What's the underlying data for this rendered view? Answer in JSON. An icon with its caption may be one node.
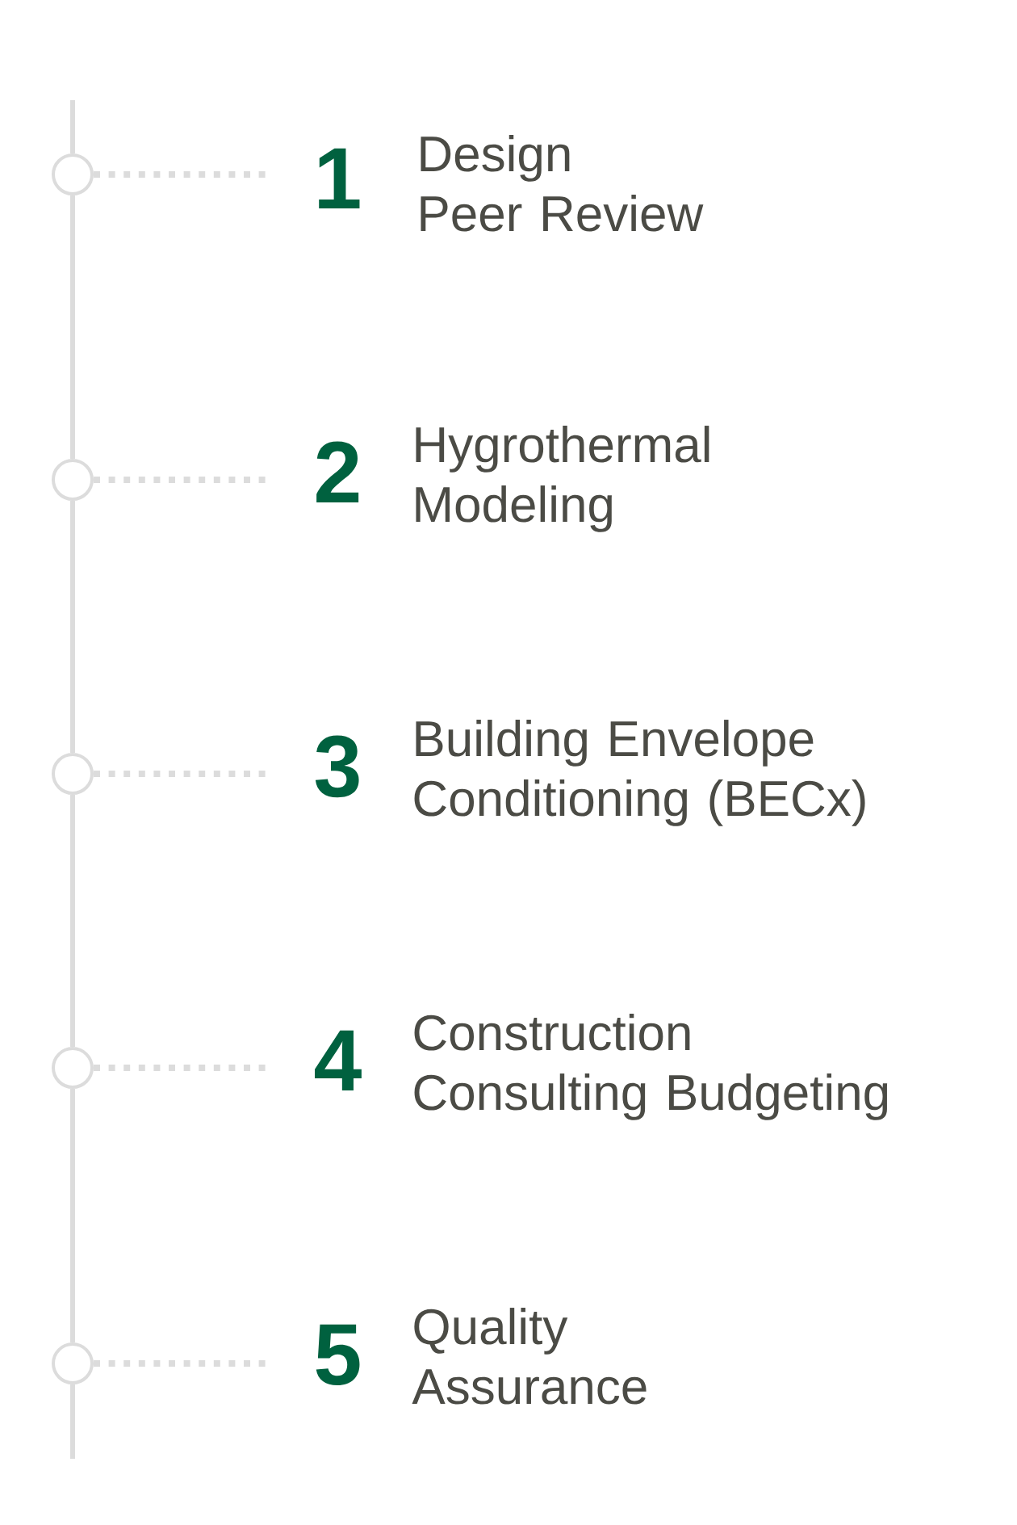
{
  "diagram": {
    "nodes": [
      {
        "text": [],
        "shape": "circle"
      },
      {
        "text": [
          "1",
          "Design Peer Review"
        ]
      },
      {
        "text": [],
        "shape": "circle"
      },
      {
        "text": [
          "2",
          "Hygrothermal Modeling"
        ]
      },
      {
        "text": [],
        "shape": "circle"
      },
      {
        "text": [
          "3",
          "Building Envelope Conditioning (BECx)"
        ]
      },
      {
        "text": [],
        "shape": "circle"
      },
      {
        "text": [
          "4",
          "Construction Consulting Budgeting"
        ]
      },
      {
        "text": [],
        "shape": "circle"
      },
      {
        "text": [
          "5",
          "Quality Assurance"
        ]
      }
    ],
    "edges": [
      {
        "from": 0,
        "to": 2,
        "arrow": "none"
      },
      {
        "from": 2,
        "to": 4,
        "arrow": "none"
      },
      {
        "from": 4,
        "to": 6,
        "arrow": "none"
      },
      {
        "from": 6,
        "to": 8,
        "arrow": "none"
      },
      {
        "from": 0,
        "to": 1,
        "arrow": "none",
        "style": "dashed"
      },
      {
        "from": 2,
        "to": 3,
        "arrow": "none",
        "style": "dashed"
      },
      {
        "from": 4,
        "to": 5,
        "arrow": "none",
        "style": "dashed"
      },
      {
        "from": 6,
        "to": 7,
        "arrow": "none",
        "style": "dashed"
      },
      {
        "from": 8,
        "to": 9,
        "arrow": "none",
        "style": "dashed"
      }
    ]
  }
}
